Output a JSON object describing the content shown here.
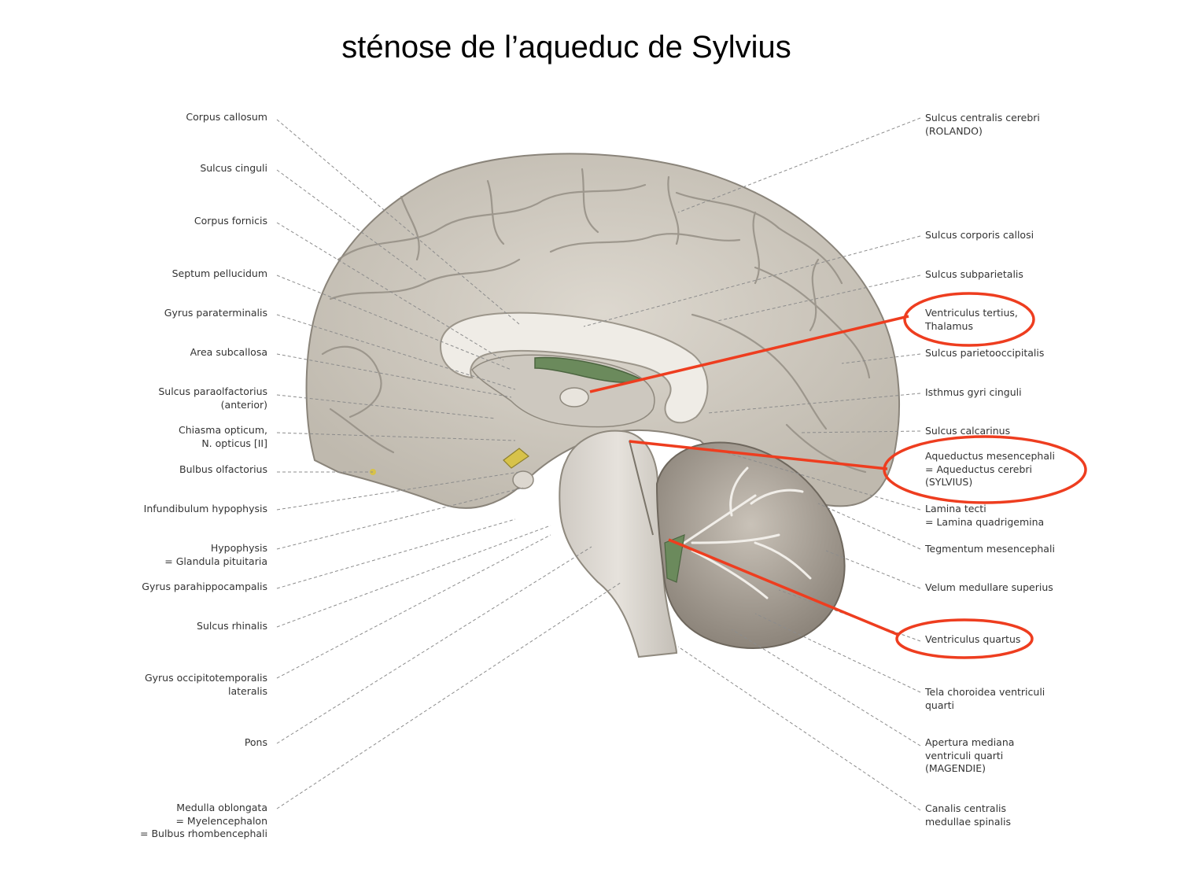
{
  "title": "sténose de l’aqueduc de Sylvius",
  "colors": {
    "highlight": "#ee3d1f",
    "brain_fill": "#d4cfc6",
    "ventricle_green": "#5d7a4e"
  },
  "labels_left": [
    {
      "key": "corpus-callosum",
      "lines": [
        "Corpus callosum"
      ]
    },
    {
      "key": "sulcus-cinguli",
      "lines": [
        "Sulcus cinguli"
      ]
    },
    {
      "key": "corpus-fornicis",
      "lines": [
        "Corpus fornicis"
      ]
    },
    {
      "key": "septum-pellucidum",
      "lines": [
        "Septum pellucidum"
      ]
    },
    {
      "key": "gyrus-paraterminalis",
      "lines": [
        "Gyrus paraterminalis"
      ]
    },
    {
      "key": "area-subcallosa",
      "lines": [
        "Area subcallosa"
      ]
    },
    {
      "key": "sulcus-paraolfactorius",
      "lines": [
        "Sulcus paraolfactorius",
        "(anterior)"
      ]
    },
    {
      "key": "chiasma-opticum",
      "lines": [
        "Chiasma opticum,",
        "N. opticus [II]"
      ]
    },
    {
      "key": "bulbus-olfactorius",
      "lines": [
        "Bulbus olfactorius"
      ]
    },
    {
      "key": "infundibulum",
      "lines": [
        "Infundibulum hypophysis"
      ]
    },
    {
      "key": "hypophysis",
      "lines": [
        "Hypophysis",
        "= Glandula pituitaria"
      ]
    },
    {
      "key": "gyrus-parahippocampalis",
      "lines": [
        "Gyrus parahippocampalis"
      ]
    },
    {
      "key": "sulcus-rhinalis",
      "lines": [
        "Sulcus rhinalis"
      ]
    },
    {
      "key": "gyrus-occipitotemporalis",
      "lines": [
        "Gyrus occipitotemporalis",
        "lateralis"
      ]
    },
    {
      "key": "pons",
      "lines": [
        "Pons"
      ]
    },
    {
      "key": "medulla-oblongata",
      "lines": [
        "Medulla oblongata",
        "= Myelencephalon",
        "= Bulbus rhombencephali"
      ]
    }
  ],
  "labels_right": [
    {
      "key": "sulcus-centralis",
      "lines": [
        "Sulcus centralis cerebri",
        "(ROLANDO)"
      ]
    },
    {
      "key": "sulcus-corporis-callosi",
      "lines": [
        "Sulcus corporis callosi"
      ]
    },
    {
      "key": "sulcus-subparietalis",
      "lines": [
        "Sulcus subparietalis"
      ]
    },
    {
      "key": "ventriculus-tertius",
      "lines": [
        "Ventriculus tertius,",
        "Thalamus"
      ],
      "highlighted": true
    },
    {
      "key": "sulcus-parietooccipitalis",
      "lines": [
        "Sulcus parietooccipitalis"
      ]
    },
    {
      "key": "isthmus-gyri-cinguli",
      "lines": [
        "Isthmus gyri cinguli"
      ]
    },
    {
      "key": "sulcus-calcarinus",
      "lines": [
        "Sulcus calcarinus"
      ]
    },
    {
      "key": "aqueductus",
      "lines": [
        "Aqueductus mesencephali",
        "= Aqueductus cerebri",
        "(SYLVIUS)"
      ],
      "highlighted": true
    },
    {
      "key": "lamina-tecti",
      "lines": [
        "Lamina tecti",
        "= Lamina quadrigemina"
      ]
    },
    {
      "key": "tegmentum",
      "lines": [
        "Tegmentum mesencephali"
      ]
    },
    {
      "key": "velum-medullare",
      "lines": [
        "Velum medullare superius"
      ]
    },
    {
      "key": "ventriculus-quartus",
      "lines": [
        "Ventriculus quartus"
      ],
      "highlighted": true
    },
    {
      "key": "tela-choroidea",
      "lines": [
        "Tela choroidea ventriculi",
        "quarti"
      ]
    },
    {
      "key": "apertura-mediana",
      "lines": [
        "Apertura mediana",
        "ventriculi quarti",
        "(MAGENDIE)"
      ]
    },
    {
      "key": "canalis-centralis",
      "lines": [
        "Canalis centralis",
        "medullae spinalis"
      ]
    }
  ]
}
